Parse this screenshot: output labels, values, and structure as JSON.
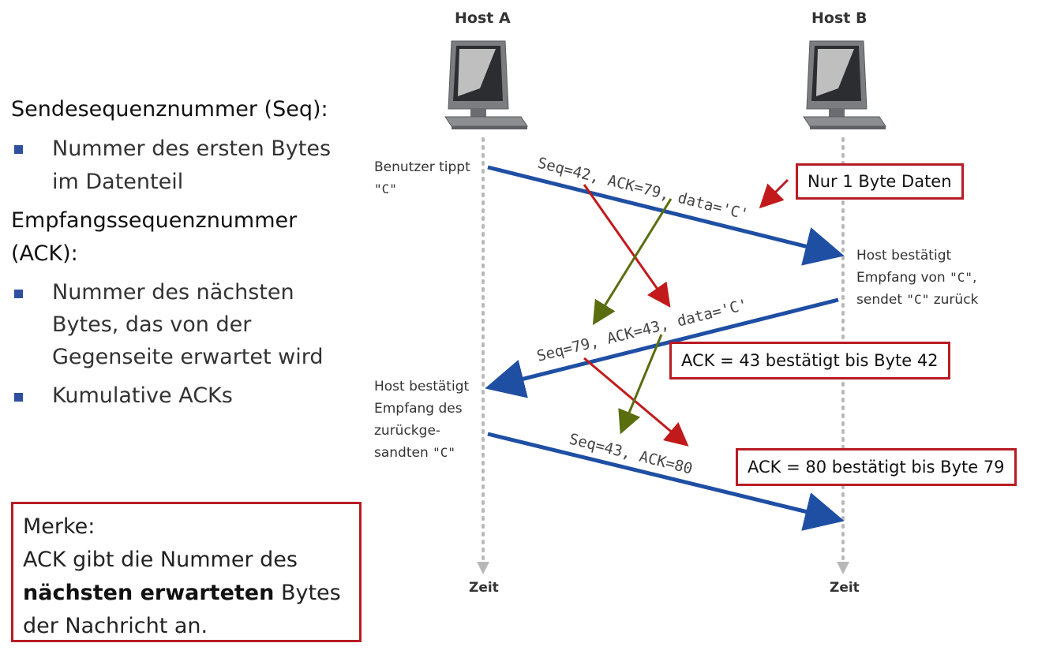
{
  "left": {
    "heading1": "Sendesequenznummer (Seq):",
    "bullet1_line1": "Nummer des ersten Bytes",
    "bullet1_line2": "im Datenteil",
    "heading2_line1": "Empfangssequenznummer",
    "heading2_line2": "(ACK):",
    "bullet2_line1": "Nummer des nächsten",
    "bullet2_line2": "Bytes, das von der",
    "bullet2_line3": "Gegenseite erwartet wird",
    "bullet3": "Kumulative ACKs"
  },
  "merke": {
    "title": "Merke:",
    "line1": "ACK gibt die Nummer des",
    "emph": "nächsten erwarteten",
    "line2_rest": " Bytes",
    "line3": "der Nachricht an."
  },
  "hosts": {
    "a_label": "Host A",
    "b_label": "Host B",
    "zeit_a": "Zeit",
    "zeit_b": "Zeit"
  },
  "notes": {
    "a1_line1": "Benutzer tippt",
    "a1_line2": "\"C\"",
    "b1_line1": "Host bestätigt",
    "b1_line2a": "Empfang von ",
    "b1_line2b": "\"C\"",
    "b1_line2c": ",",
    "b1_line3a": "sendet ",
    "b1_line3b": "\"C\"",
    "b1_line3c": " zurück",
    "a2_line1": "Host bestätigt",
    "a2_line2": "Empfang des",
    "a2_line3": "zurückge-",
    "a2_line4a": "sandten ",
    "a2_line4b": "\"C\""
  },
  "messages": {
    "m1": "Seq=42, ACK=79, data='C'",
    "m2": "Seq=79, ACK=43, data='C'",
    "m3": "Seq=43, ACK=80"
  },
  "callouts": {
    "c1": "Nur 1 Byte Daten",
    "c2": "ACK = 43 bestätigt bis Byte 42",
    "c3": "ACK = 80 bestätigt bis Byte 79"
  },
  "colors": {
    "message_arrow": "#1f4fa3",
    "seq_to_ack_arrow": "#c21a1a",
    "ack_from_seq_arrow": "#5a6e10",
    "callout_border": "#b81c24",
    "bullet": "#2f4fa0"
  },
  "icons": {
    "host_a": "computer-icon",
    "host_b": "computer-icon"
  }
}
